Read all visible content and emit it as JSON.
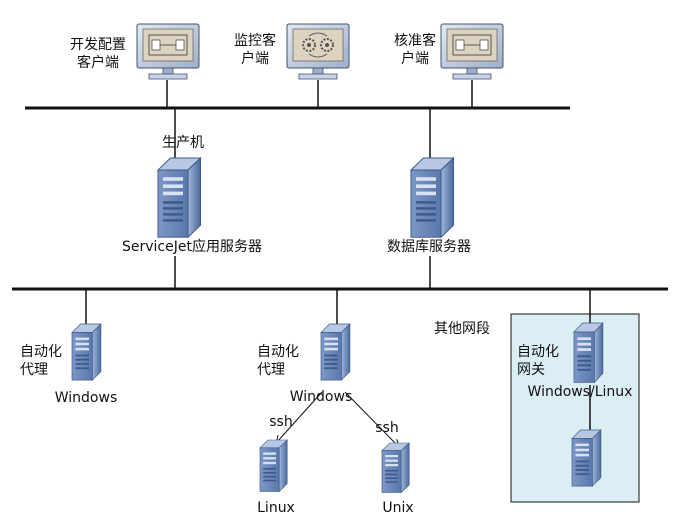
{
  "diagram": {
    "clients": [
      {
        "id": "dev",
        "label_lines": [
          "开发配置",
          "客户端"
        ],
        "icon": "monitor-app-icon"
      },
      {
        "id": "monitor",
        "label_lines": [
          "监控客",
          "户端"
        ],
        "icon": "monitor-gears-icon"
      },
      {
        "id": "approve",
        "label_lines": [
          "核准客",
          "户端"
        ],
        "icon": "monitor-app-icon"
      }
    ],
    "servers": {
      "production_label": "生产机",
      "app_server": "ServiceJet应用服务器",
      "db_server": "数据库服务器"
    },
    "agents": {
      "agent1_lines": [
        "自动化",
        "代理"
      ],
      "agent1_os": "Windows",
      "agent2_lines": [
        "自动化",
        "代理"
      ],
      "agent2_os": "Windows",
      "ssh_left": "ssh",
      "ssh_right": "ssh",
      "linux": "Linux",
      "unix": "Unix"
    },
    "other_segment": {
      "title": "其他网段",
      "gateway_lines": [
        "自动化",
        "网关"
      ],
      "gateway_os": "Windows/Linux"
    },
    "colors": {
      "line": "#111111",
      "server_blue": "#5f7fb4",
      "monitor_frame": "#c9d4e6",
      "monitor_screen": "#ddd3bf",
      "segment_fill": "#dbeef3"
    }
  }
}
